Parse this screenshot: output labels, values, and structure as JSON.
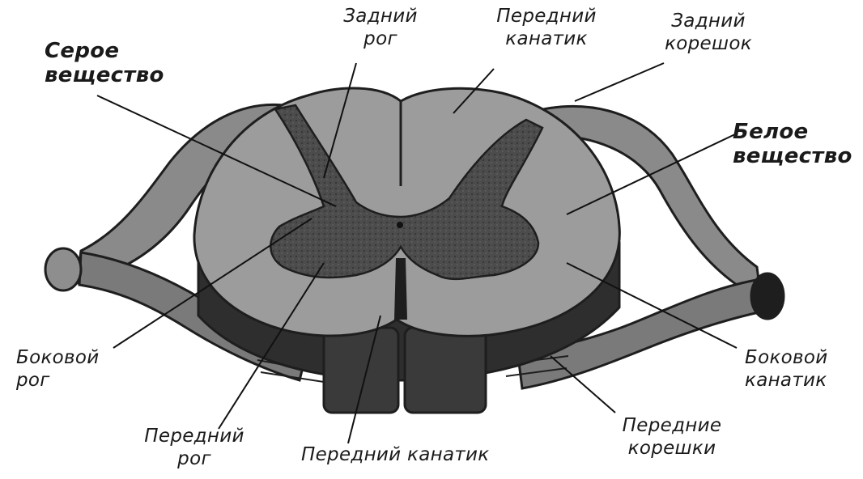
{
  "labels": {
    "gray_matter": "Серое\nвещество",
    "dorsal_horn": "Задний\nрог",
    "anterior_funiculus_top": "Передний\nканатик",
    "dorsal_root": "Задний\nкорешок",
    "white_matter": "Белое\nвещество",
    "lateral_horn": "Боковой\nрог",
    "lateral_funiculus": "Боковой\nканатик",
    "ventral_horn": "Передний\nрог",
    "anterior_funiculus_bottom": "Передний канатик",
    "ventral_roots": "Передние\nкорешки"
  },
  "colors": {
    "white_matter": "#9c9c9c",
    "gray_matter": "#4a4a4a",
    "outline": "#1e1e1e",
    "side_shadow": "#2e2e2e",
    "root": "#7a7a7a",
    "leader_line": "#111111"
  }
}
